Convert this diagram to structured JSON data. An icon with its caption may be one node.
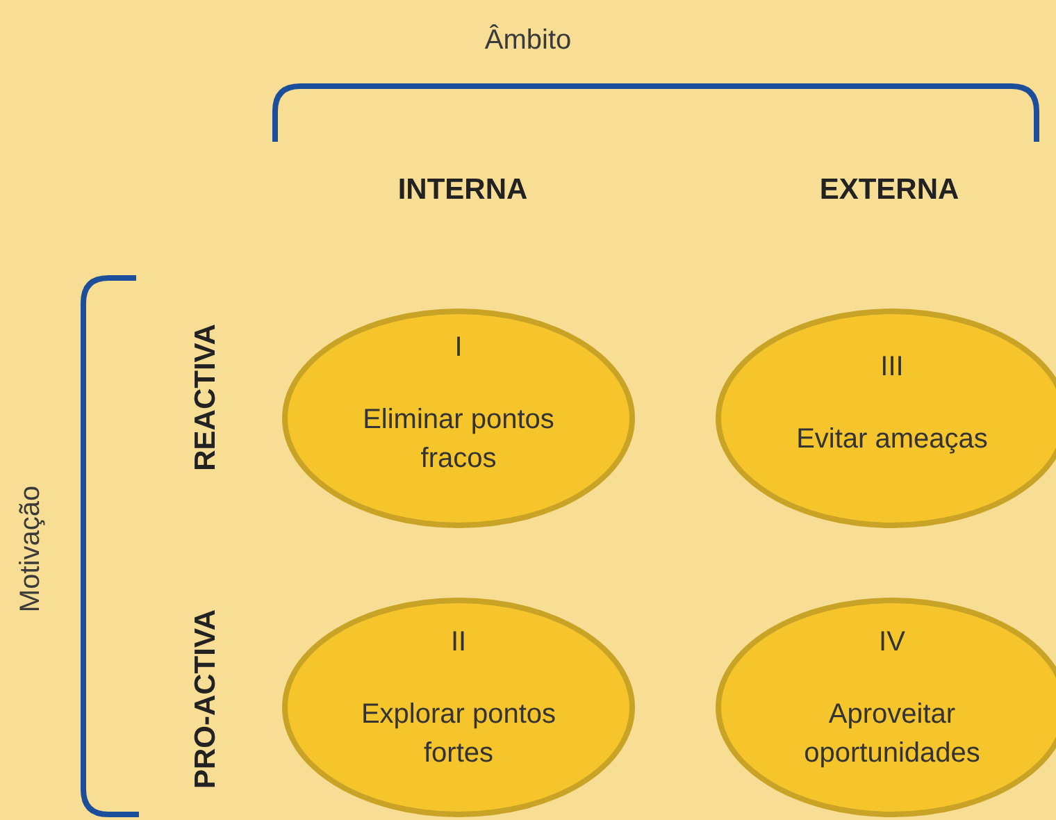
{
  "diagram": {
    "nodes": [
      {
        "text": [
          "I",
          "Eliminar pontos fracos"
        ]
      },
      {
        "text": [
          "III",
          "Evitar ameaças"
        ]
      },
      {
        "text": [
          "II",
          "Explorar pontos fortes"
        ]
      },
      {
        "text": [
          "IV",
          "Aproveitar oportunidades"
        ]
      }
    ],
    "labels": [
      "Âmbito",
      "INTERNA",
      "EXTERNA",
      "Motivação",
      "REACTIVA",
      "PRO-ACTIVA"
    ]
  }
}
